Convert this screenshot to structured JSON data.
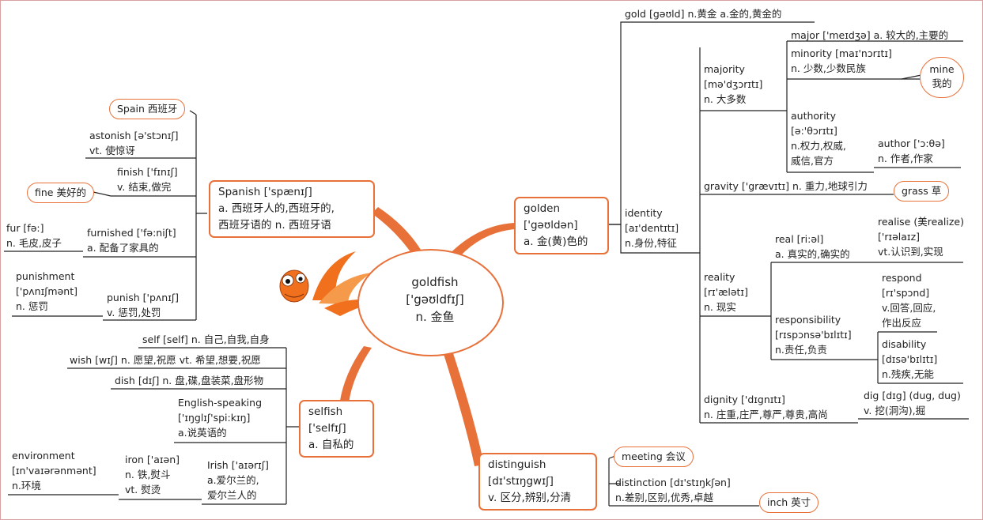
{
  "center": {
    "word": "goldfish",
    "ipa": "['gəʊldfɪʃ]",
    "meaning": "n. 金鱼"
  },
  "golden_hub": {
    "word": "golden",
    "ipa": "['gəʊldən]",
    "meaning": "a. 金(黄)色的"
  },
  "spanish_hub": {
    "line1": "Spanish ['spænɪʃ]",
    "line2": "a. 西班牙人的,西班牙的,",
    "line3": "西班牙语的  n. 西班牙语"
  },
  "selfish_hub": {
    "word": "selfish",
    "ipa": "['selfɪʃ]",
    "meaning": "a. 自私的"
  },
  "distinguish_hub": {
    "word": "distinguish",
    "ipa": "[dɪ'stɪŋgwɪʃ]",
    "meaning": "v. 区分,辨别,分清"
  },
  "golden_branch": {
    "gold": "gold [gəʊld] n.黄金 a.金的,黄金的",
    "majority": {
      "word": "majority",
      "ipa": "[mə'dʒɔrɪtɪ]",
      "meaning": "n. 大多数"
    },
    "major": "major ['meɪdʒə] a. 较大的,主要的",
    "minority": {
      "line1": "minority [maɪ'nɔrɪtɪ]",
      "line2": "n. 少数,少数民族"
    },
    "mine": {
      "line1": "mine",
      "line2": "我的"
    },
    "authority": {
      "word": "authority",
      "ipa": "[ə:'θɔrɪtɪ]",
      "meaning1": "n.权力,权威,",
      "meaning2": "威信,官方"
    },
    "author": {
      "line1": "author ['ɔ:θə]",
      "line2": "n. 作者,作家"
    },
    "identity": {
      "word": "identity",
      "ipa": "[aɪ'dentɪtɪ]",
      "meaning": "n.身份,特征"
    },
    "gravity": "gravity ['grævɪtɪ] n. 重力,地球引力",
    "grass": "grass 草",
    "reality": {
      "word": "reality",
      "ipa": "[rɪ'ælətɪ]",
      "meaning": "n. 现实"
    },
    "real": {
      "line1": "real [ri:əl]",
      "line2": "a. 真实的,确实的"
    },
    "realise": {
      "word": "realise (美realize)",
      "ipa": "['rɪəlaɪz]",
      "meaning": "vt.认识到,实现"
    },
    "responsibility": {
      "word": "responsibility",
      "ipa": "[rɪspɔnsə'bɪlɪtɪ]",
      "meaning": "n.责任,负责"
    },
    "respond": {
      "word": "respond",
      "ipa": "[rɪ'spɔnd]",
      "meaning1": "v.回答,回应,",
      "meaning2": "作出反应"
    },
    "disability": {
      "word": "disability",
      "ipa": "[dɪsə'bɪlɪtɪ]",
      "meaning": "n.残疾,无能"
    },
    "dignity": {
      "line1": "dignity ['dɪgnɪtɪ]",
      "line2": "n. 庄重,庄严,尊严,尊贵,高尚"
    },
    "dig": {
      "line1": "dig [dɪg] (dug, dug)",
      "line2": "v. 挖(洞沟),掘"
    }
  },
  "spanish_branch": {
    "spain": "Spain 西班牙",
    "astonish": {
      "line1": "astonish [ə'stɔnɪʃ]",
      "line2": "vt. 使惊讶"
    },
    "finish": {
      "line1": "finish ['fɪnɪʃ]",
      "line2": "v. 结束,做完"
    },
    "fine": "fine 美好的",
    "furnished": {
      "line1": "furnished ['fə:niʃt]",
      "line2": "a. 配备了家具的"
    },
    "fur": {
      "line1": "fur [fə:]",
      "line2": "n. 毛皮,皮子"
    },
    "punish": {
      "line1": "punish ['pʌnɪʃ]",
      "line2": "v. 惩罚,处罚"
    },
    "punishment": {
      "word": "punishment",
      "ipa": "['pʌnɪʃmənt]",
      "meaning": "n. 惩罚"
    }
  },
  "selfish_branch": {
    "self": "self [self] n. 自己,自我,自身",
    "wish": "wish [wɪʃ] n. 愿望,祝愿 vt. 希望,想要,祝愿",
    "dish": "dish [dɪʃ] n. 盘,碟,盘装菜,盘形物",
    "english": {
      "word": "English-speaking",
      "ipa": "['ɪŋglɪʃ'spi:kɪŋ]",
      "meaning": "a.说英语的"
    },
    "irish": {
      "line1": "Irish ['aɪərɪʃ]",
      "line2": "a.爱尔兰的,",
      "line3": "爱尔兰人的"
    },
    "iron": {
      "line1": "iron ['aɪən]",
      "line2": "n. 铁,熨斗",
      "line3": "vt. 熨烫"
    },
    "environment": {
      "word": "environment",
      "ipa": "[ɪn'vaɪərənmənt]",
      "meaning": "n.环境"
    }
  },
  "distinguish_branch": {
    "meeting": "meeting 会议",
    "distinction": {
      "line1": "distinction [dɪ'stɪŋkʃən]",
      "line2": "n.差别,区别,优秀,卓越"
    },
    "inch": "inch 英寸"
  },
  "colors": {
    "branch": "#e8713a",
    "line": "#222222",
    "fish": "#f0701e"
  }
}
